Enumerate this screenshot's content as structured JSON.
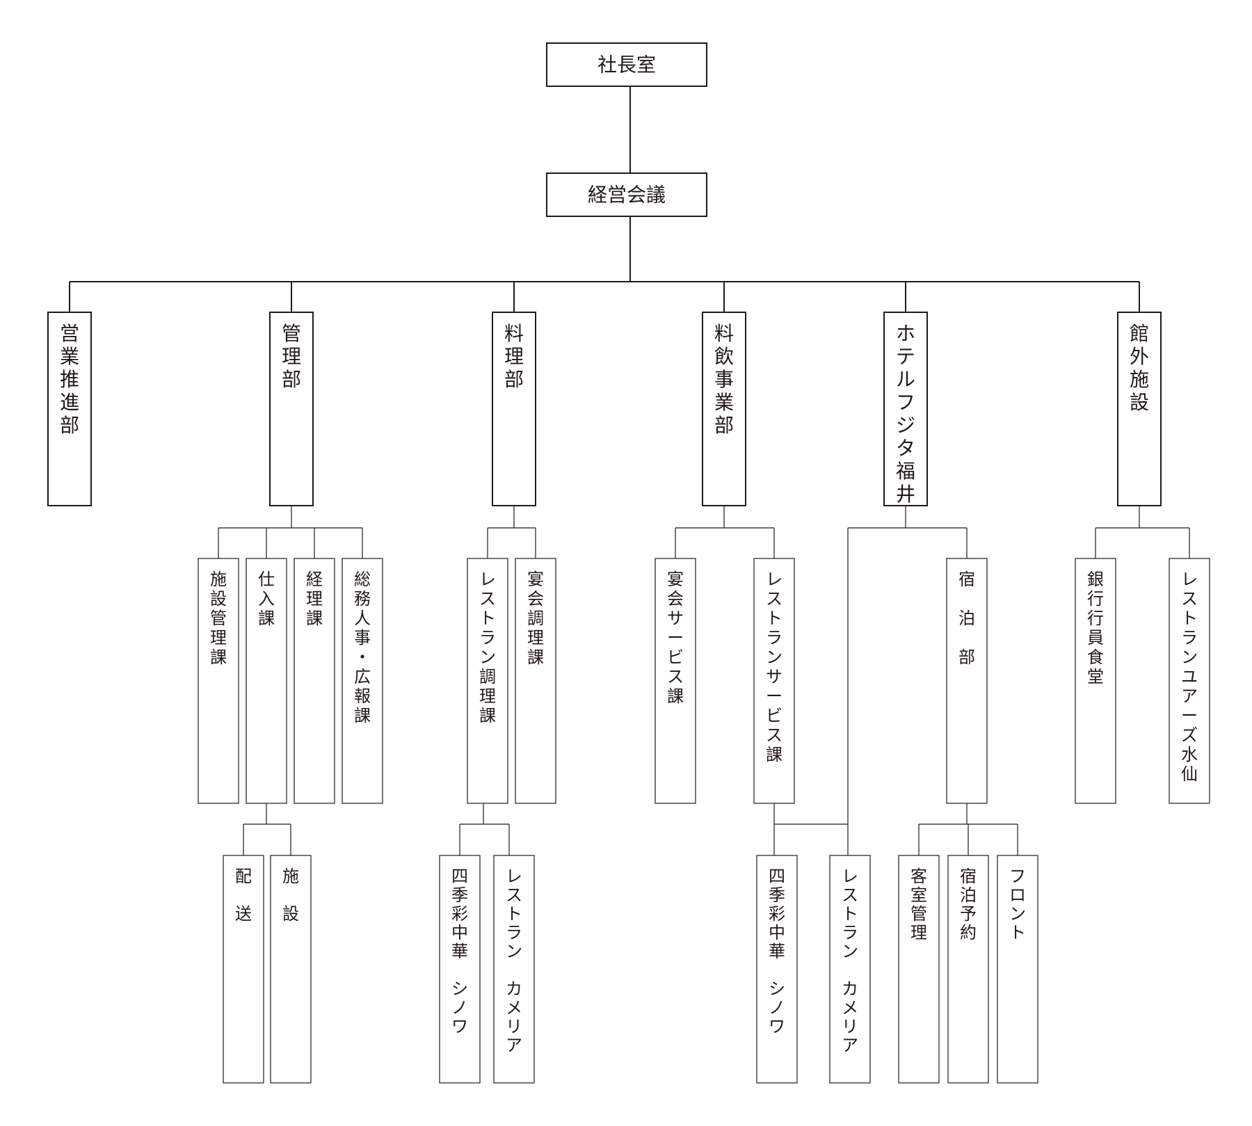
{
  "colors": {
    "line": "#231815",
    "text": "#231815",
    "box_fill": "#ffffff"
  },
  "org": {
    "president_office": "社長室",
    "management_meeting": "経営会議",
    "sales": {
      "label": "営業推進部"
    },
    "admin": {
      "label": "管理部",
      "facility_mgmt": "施設管理課",
      "purchasing": "仕入課",
      "delivery": "配　送",
      "facility": "施　設",
      "accounting": "経理課",
      "general_affairs": "総務人事・広報課"
    },
    "cooking": {
      "label": "料理部",
      "restaurant_cooking": "レストラン調理課",
      "shiki_chuka": "四季彩中華 シノワ",
      "camellia": "レストラン カメリア",
      "banquet_cooking": "宴会調理課"
    },
    "food_beverage": {
      "label": "料飲事業部",
      "banquet_service": "宴会サービス課",
      "restaurant_service": "レストランサービス課"
    },
    "hotel": {
      "label": "ホテルフジタ福井",
      "shiki_chuka": "四季彩中華 シノワ",
      "camellia": "レストラン カメリア",
      "lodging": "宿　泊　部",
      "housekeeping": "客室管理",
      "reservations": "宿泊予約",
      "front": "フロント"
    },
    "external": {
      "label": "館外施設",
      "bank_cafeteria": "銀行行員食堂",
      "yours_suisen": "レストランユアーズ水仙"
    }
  }
}
